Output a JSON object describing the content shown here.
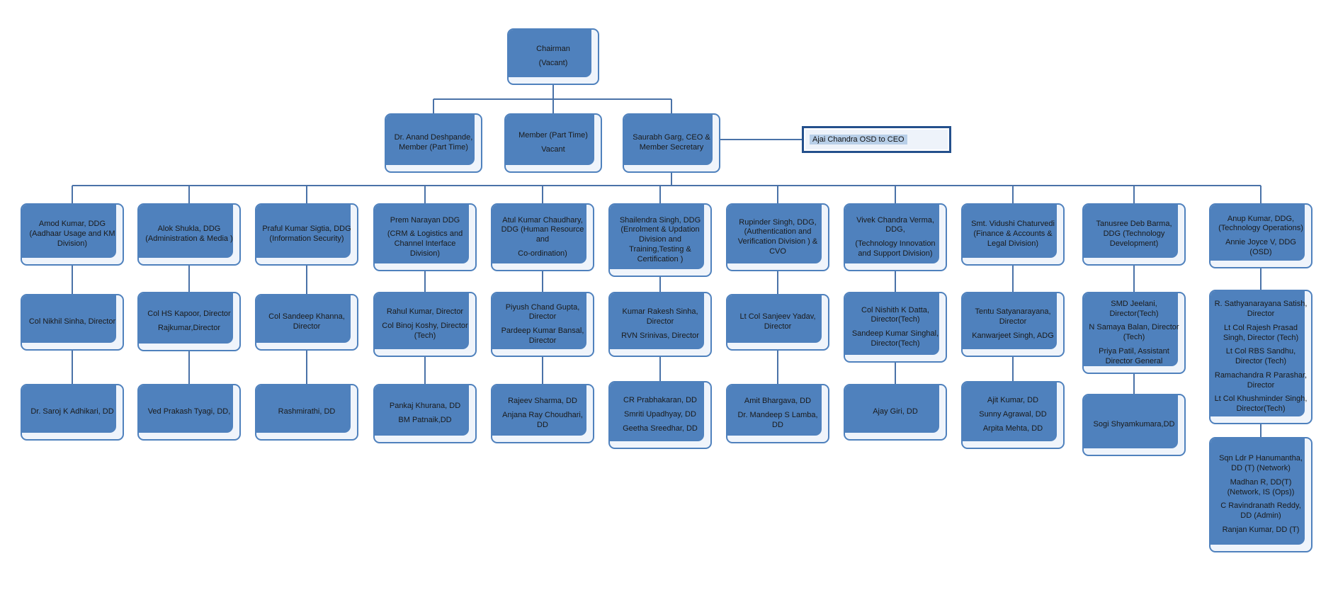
{
  "colors": {
    "accent": "#4f81bd",
    "fill": "#eff4fb",
    "line": "#4a72a8",
    "highlight": "#b8cfe8",
    "osd_border": "#24508c"
  },
  "chairman": {
    "paras": [
      "Chairman",
      "(Vacant)"
    ]
  },
  "level2": [
    {
      "id": "member-anand",
      "paras": [
        "Dr. Anand Deshpande, Member (Part Time)"
      ]
    },
    {
      "id": "member-vacant",
      "paras": [
        "Member (Part Time)",
        "Vacant"
      ]
    },
    {
      "id": "ceo",
      "paras": [
        "Saurabh Garg, CEO & Member Secretary"
      ]
    }
  ],
  "osd": {
    "label": "Ajai Chandra OSD to CEO"
  },
  "columns": [
    {
      "ddg": {
        "paras": [
          "Amod Kumar, DDG (Aadhaar Usage and KM Division)"
        ]
      },
      "director": {
        "paras": [
          "Col Nikhil Sinha, Director"
        ]
      },
      "dd": {
        "paras": [
          "Dr. Saroj K Adhikari, DD"
        ]
      }
    },
    {
      "ddg": {
        "paras": [
          "Alok Shukla, DDG (Administration & Media )"
        ]
      },
      "director": {
        "paras": [
          "Col HS Kapoor, Director",
          "Rajkumar,Director"
        ]
      },
      "dd": {
        "paras": [
          "Ved Prakash Tyagi, DD,"
        ]
      }
    },
    {
      "ddg": {
        "paras": [
          "Praful Kumar Sigtia, DDG (Information Security)"
        ]
      },
      "director": {
        "paras": [
          "Col Sandeep Khanna, Director"
        ]
      },
      "dd": {
        "paras": [
          "Rashmirathi, DD"
        ]
      }
    },
    {
      "ddg": {
        "paras": [
          "Prem Narayan DDG",
          "(CRM & Logistics and Channel Interface Division)"
        ]
      },
      "director": {
        "paras": [
          "Rahul Kumar, Director",
          "Col Binoj Koshy, Director (Tech)"
        ]
      },
      "dd": {
        "paras": [
          "Pankaj Khurana, DD",
          "BM Patnaik,DD"
        ]
      }
    },
    {
      "ddg": {
        "paras": [
          "Atul Kumar Chaudhary, DDG (Human Resource and",
          "Co-ordination)"
        ]
      },
      "director": {
        "paras": [
          "Piyush Chand Gupta, Director",
          "Pardeep Kumar Bansal, Director"
        ]
      },
      "dd": {
        "paras": [
          "Rajeev Sharma, DD",
          "Anjana Ray Choudhari, DD"
        ]
      }
    },
    {
      "ddg": {
        "paras": [
          "Shailendra Singh, DDG (Enrolment & Updation Division and Training,Testing & Certification )"
        ]
      },
      "director": {
        "paras": [
          "Kumar Rakesh Sinha, Director",
          "RVN Srinivas, Director"
        ]
      },
      "dd": {
        "paras": [
          "CR Prabhakaran, DD",
          "Smriti Upadhyay, DD",
          "Geetha Sreedhar, DD"
        ]
      }
    },
    {
      "ddg": {
        "paras": [
          "Rupinder Singh, DDG, (Authentication and Verification Division ) & CVO"
        ]
      },
      "director": {
        "paras": [
          "Lt Col Sanjeev Yadav, Director"
        ]
      },
      "dd": {
        "paras": [
          "Amit Bhargava, DD",
          "Dr. Mandeep S Lamba, DD"
        ]
      }
    },
    {
      "ddg": {
        "paras": [
          "Vivek Chandra Verma, DDG,",
          "(Technology Innovation and Support Division)"
        ]
      },
      "director": {
        "paras": [
          "Col Nishith K Datta, Director(Tech)",
          "Sandeep Kumar Singhal, Director(Tech)"
        ]
      },
      "dd": {
        "paras": [
          "Ajay Giri, DD"
        ]
      }
    },
    {
      "ddg": {
        "paras": [
          "Smt. Vidushi Chaturvedi (Finance & Accounts & Legal Division)"
        ]
      },
      "director": {
        "paras": [
          "Tentu Satyanarayana, Director",
          "Kanwarjeet Singh, ADG"
        ]
      },
      "dd": {
        "paras": [
          "Ajit Kumar, DD",
          "Sunny Agrawal, DD",
          "Arpita Mehta, DD"
        ]
      }
    },
    {
      "ddg": {
        "paras": [
          "Tanusree Deb Barma, DDG (Technology Development)"
        ]
      },
      "director": {
        "paras": [
          "SMD Jeelani, Director(Tech)",
          "N Samaya Balan, Director (Tech)",
          "Priya Patil, Assistant Director General"
        ]
      },
      "dd": {
        "paras": [
          "Sogi Shyamkumara,DD"
        ]
      }
    },
    {
      "ddg": {
        "paras": [
          "Anup Kumar, DDG, (Technology Operations)",
          "Annie Joyce V, DDG (OSD)"
        ]
      },
      "director": {
        "paras": [
          "R. Sathyanarayana Satish, Director",
          "Lt Col Rajesh Prasad Singh, Director (Tech)",
          "Lt Col RBS Sandhu, Director (Tech)",
          "Ramachandra R Parashar, Director",
          "Lt Col Khushminder Singh, Director(Tech)"
        ]
      },
      "dd": {
        "paras": [
          "Sqn Ldr P Hanumantha, DD (T) (Network)",
          "Madhan R, DD(T) (Network, IS (Ops))",
          "C Ravindranath Reddy, DD (Admin)",
          "Ranjan Kumar, DD (T)"
        ]
      }
    }
  ]
}
